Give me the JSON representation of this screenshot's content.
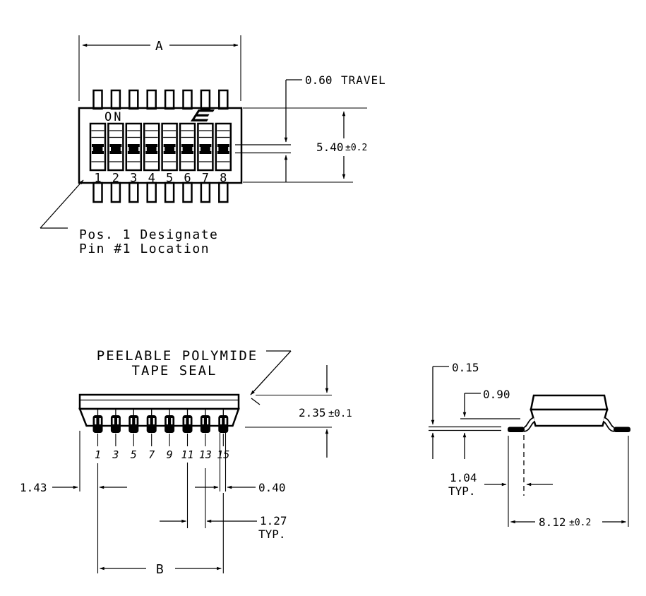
{
  "drawing": {
    "title": "dip-switch-technical-drawing",
    "colors": {
      "background": "#ffffff",
      "line": "#000000"
    },
    "icons": {
      "brand_logo": "brand-e-logo"
    },
    "top_view": {
      "width_dim": "A",
      "on_label": "ON",
      "position_labels": [
        "1",
        "2",
        "3",
        "4",
        "5",
        "6",
        "7",
        "8"
      ],
      "travel_value": "0.60",
      "travel_word": "TRAVEL",
      "height_dim_main": "5.40",
      "height_dim_tol": "±0.2",
      "note_line1": "Pos. 1 Designate",
      "note_line2": "Pin #1 Location"
    },
    "front_view": {
      "tape_note_line1": "PEELABLE POLYMIDE",
      "tape_note_line2": "TAPE SEAL",
      "body_height_main": "2.35",
      "body_height_tol": "±0.1",
      "pin_labels": [
        "1",
        "3",
        "5",
        "7",
        "9",
        "11",
        "13",
        "15"
      ],
      "dim_edge_to_pin": "1.43",
      "dim_pin_width": "0.40",
      "dim_pitch": "1.27",
      "dim_pitch_suffix": "TYP.",
      "dim_span": "B"
    },
    "end_view": {
      "dim_standoff": "0.15",
      "dim_lead_height": "0.90",
      "dim_foot_length": "1.04",
      "dim_foot_suffix": "TYP.",
      "dim_overall_main": "8.12",
      "dim_overall_tol": "±0.2"
    }
  }
}
